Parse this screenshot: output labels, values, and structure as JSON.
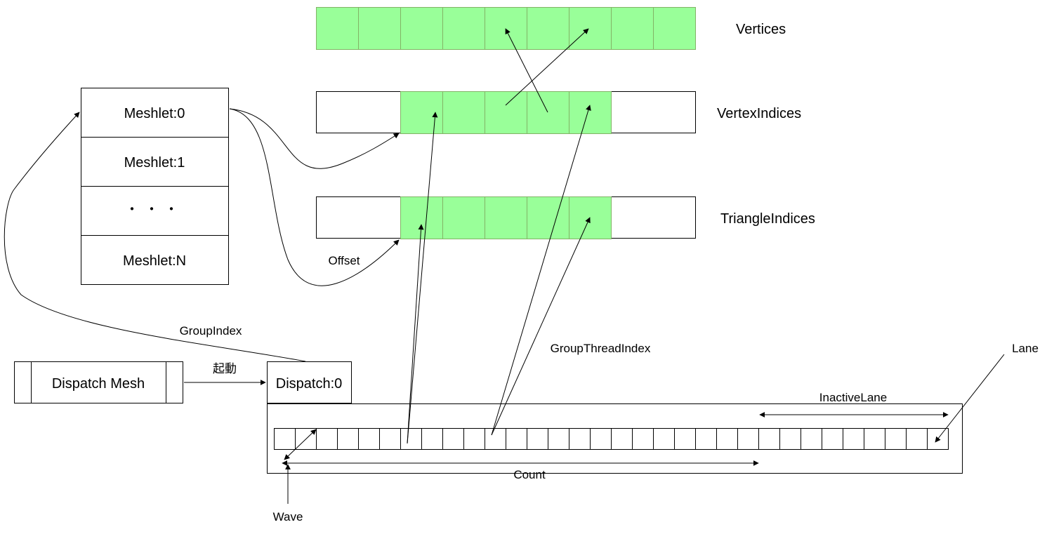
{
  "rows": {
    "vertices": "Vertices",
    "vertex_indices": "VertexIndices",
    "triangle_indices": "TriangleIndices"
  },
  "meshlets": [
    "Meshlet:0",
    "Meshlet:1",
    "・・・",
    "Meshlet:N"
  ],
  "dispatch_mesh": "Dispatch Mesh",
  "dispatch": "Dispatch:0",
  "edge_labels": {
    "launch": "起動",
    "group_index": "GroupIndex",
    "offset": "Offset",
    "group_thread_index": "GroupThreadIndex",
    "inactive_lane": "InactiveLane",
    "count": "Count",
    "lane": "Lane",
    "wave": "Wave"
  },
  "wave_lane_count": 32,
  "colors": {
    "active": "#99ff99",
    "active_border": "#82b366",
    "line": "#000000"
  }
}
